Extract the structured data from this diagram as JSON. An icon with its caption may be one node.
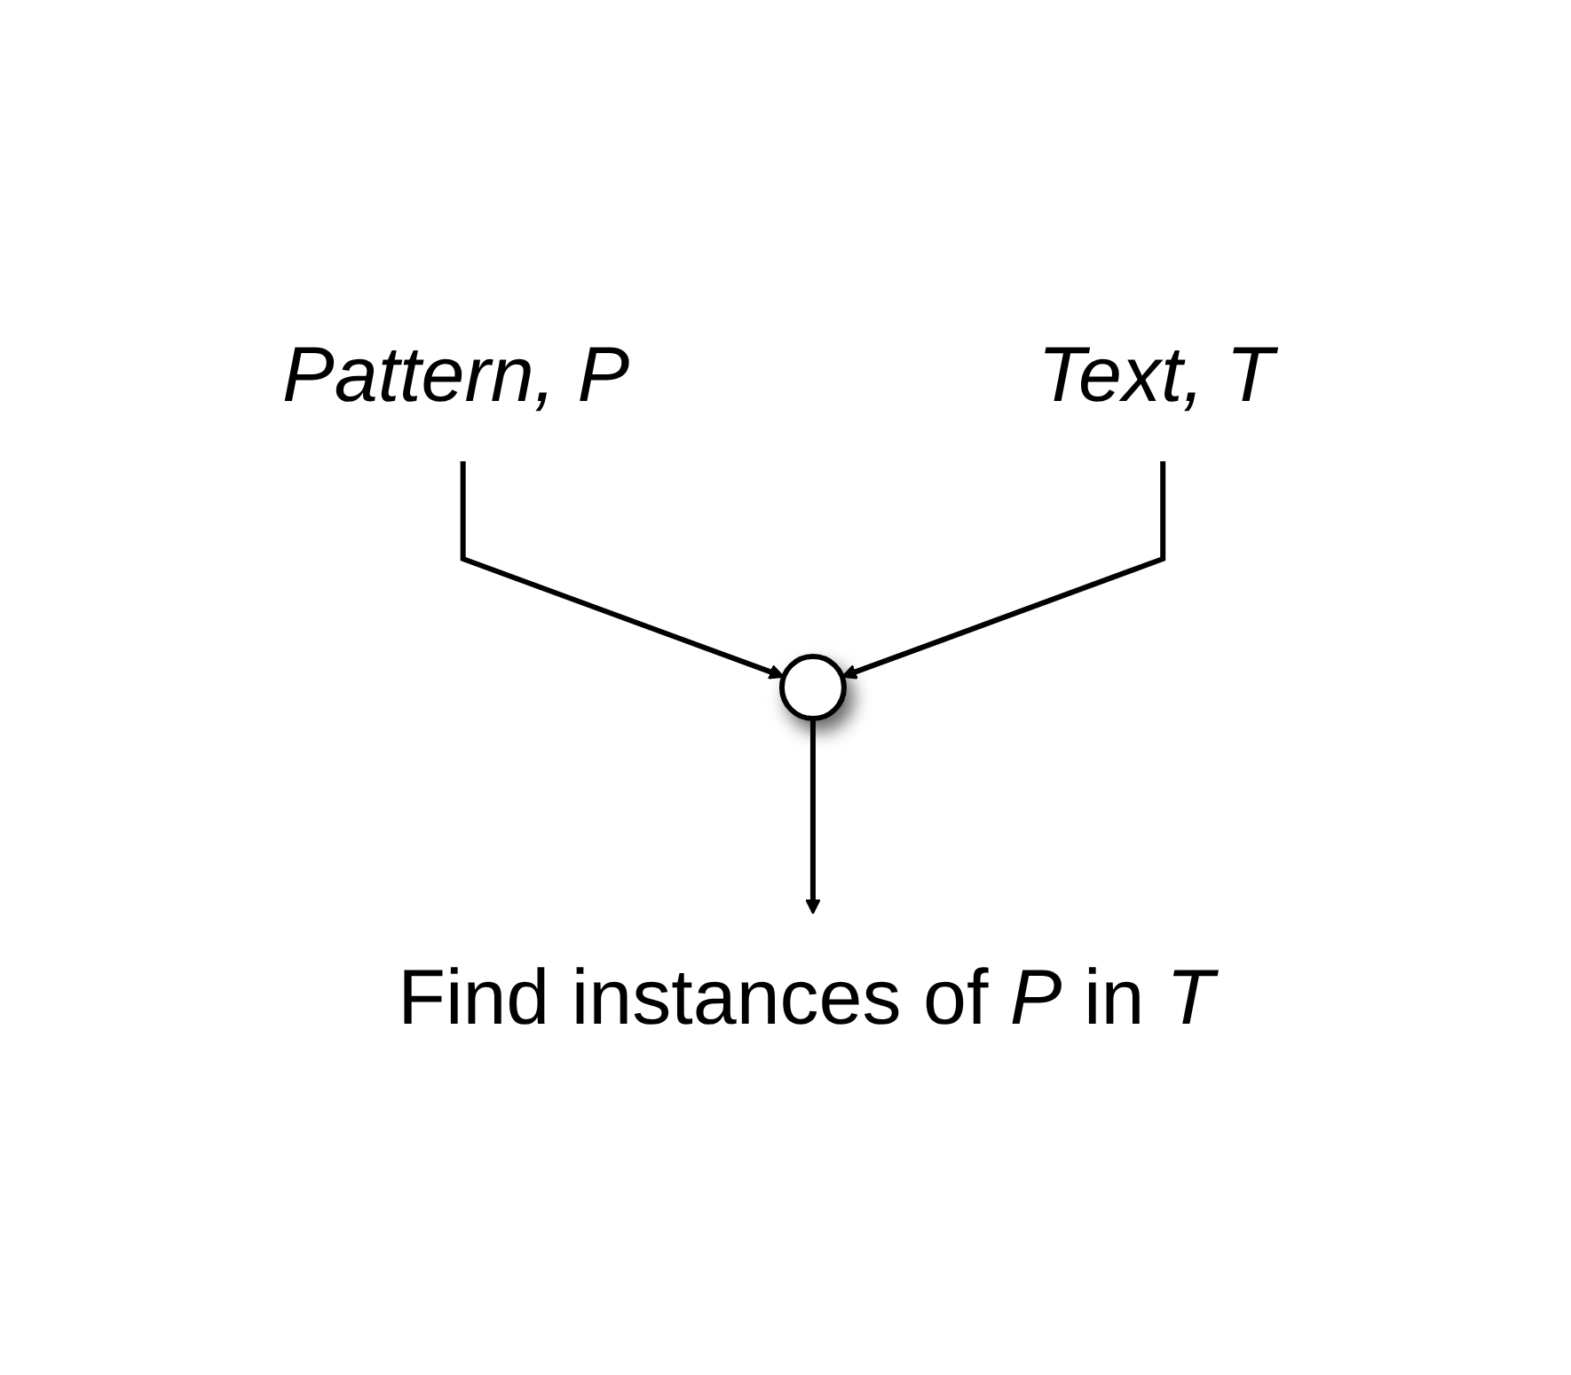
{
  "diagram": {
    "nodes": [
      {
        "text": [
          "Pattern, P"
        ]
      },
      {
        "text": [
          "Text, T"
        ]
      },
      {
        "text": [],
        "shape": "circle"
      },
      {
        "text": [
          "Find instances of *P* in *T*"
        ]
      }
    ],
    "edges": [
      {
        "from": 0,
        "to": 2,
        "arrow": "to"
      },
      {
        "from": 1,
        "to": 2,
        "arrow": "to"
      },
      {
        "from": 2,
        "to": 3,
        "arrow": "to"
      }
    ]
  }
}
